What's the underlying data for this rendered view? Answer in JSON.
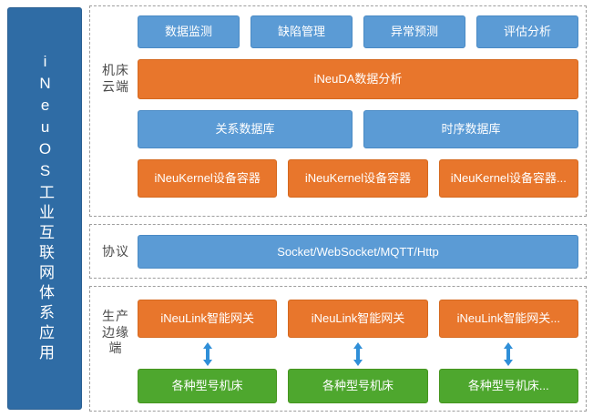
{
  "left_panel": {
    "title": "iNeuOS工业互联网体系应用"
  },
  "sections": [
    {
      "label": "机床云端",
      "rows": {
        "apps": [
          {
            "text": "数据监测",
            "color": "#5b9bd5"
          },
          {
            "text": "缺陷管理",
            "color": "#5b9bd5"
          },
          {
            "text": "异常预测",
            "color": "#5b9bd5"
          },
          {
            "text": "评估分析",
            "color": "#5b9bd5"
          }
        ],
        "analysis": {
          "text": "iNeuDA数据分析",
          "color": "#e8762c"
        },
        "databases": [
          {
            "text": "关系数据库",
            "color": "#5b9bd5"
          },
          {
            "text": "时序数据库",
            "color": "#5b9bd5"
          }
        ],
        "containers": [
          {
            "text": "iNeuKernel设备容器",
            "color": "#e8762c"
          },
          {
            "text": "iNeuKernel设备容器",
            "color": "#e8762c"
          },
          {
            "text": "iNeuKernel设备容器...",
            "color": "#e8762c"
          }
        ]
      }
    },
    {
      "label": "协议",
      "rows": {
        "protocol": {
          "text": "Socket/WebSocket/MQTT/Http",
          "color": "#5b9bd5"
        }
      }
    },
    {
      "label": "生产边缘端",
      "rows": {
        "gateways": [
          {
            "text": "iNeuLink智能网关",
            "color": "#e8762c"
          },
          {
            "text": "iNeuLink智能网关",
            "color": "#e8762c"
          },
          {
            "text": "iNeuLink智能网关...",
            "color": "#e8762c"
          }
        ],
        "machines": [
          {
            "text": "各种型号机床",
            "color": "#4ea72e"
          },
          {
            "text": "各种型号机床",
            "color": "#4ea72e"
          },
          {
            "text": "各种型号机床...",
            "color": "#4ea72e"
          }
        ]
      }
    }
  ],
  "colors": {
    "panel_blue": "#2f6ca5",
    "box_blue": "#5b9bd5",
    "box_orange": "#e8762c",
    "box_green": "#4ea72e",
    "arrow_blue": "#2f8fd8",
    "section_border": "#9e9e9e"
  }
}
